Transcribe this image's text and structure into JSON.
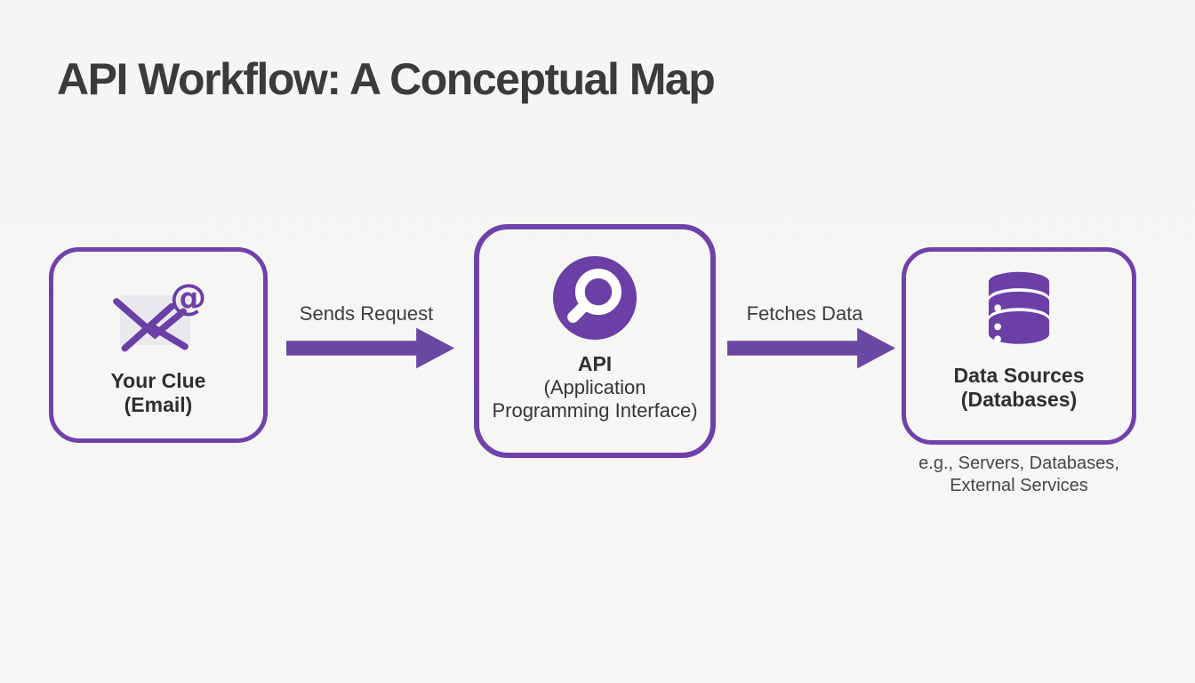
{
  "title": "API Workflow: A Conceptual Map",
  "nodes": {
    "email": {
      "icon": "email-at-icon",
      "at_symbol": "@",
      "title": "Your Clue",
      "subtitle": "(Email)"
    },
    "api": {
      "icon": "magnifier-icon",
      "title": "API",
      "subtitle_line1": "(Application",
      "subtitle_line2": "Programming Interface)"
    },
    "datasources": {
      "icon": "database-icon",
      "title": "Data Sources",
      "subtitle": "(Databases)",
      "caption_line1": "e.g., Servers, Databases,",
      "caption_line2": "External Services"
    }
  },
  "arrows": {
    "sends": {
      "label": "Sends Request"
    },
    "fetches": {
      "label": "Fetches Data"
    }
  },
  "colors": {
    "bg": "#f6f5f3",
    "purple_border": "#7141ab",
    "purple_icon": "#6b3fa6",
    "purple_arrow": "#6a48a4",
    "title_color": "#3b3b3b",
    "text_dark": "#2e2e33",
    "label_color": "#3d3d42",
    "caption_color": "#46464b",
    "envelope_gray": "#e9e9ed"
  }
}
